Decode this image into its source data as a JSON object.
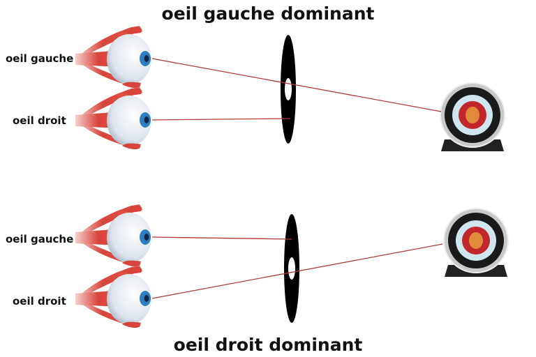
{
  "top_panel": {
    "title": "oeil gauche dominant",
    "left_eye_label": "oeil gauche",
    "right_eye_label": "oeil droit"
  },
  "bottom_panel": {
    "title": "oeil droit dominant",
    "left_eye_label": "oeil gauche",
    "right_eye_label": "oeil droit"
  },
  "colors": {
    "sight_line": "#b23a3a",
    "muscle": "#d9433d",
    "iris": "#2f7fc0",
    "disk": "#000000"
  }
}
